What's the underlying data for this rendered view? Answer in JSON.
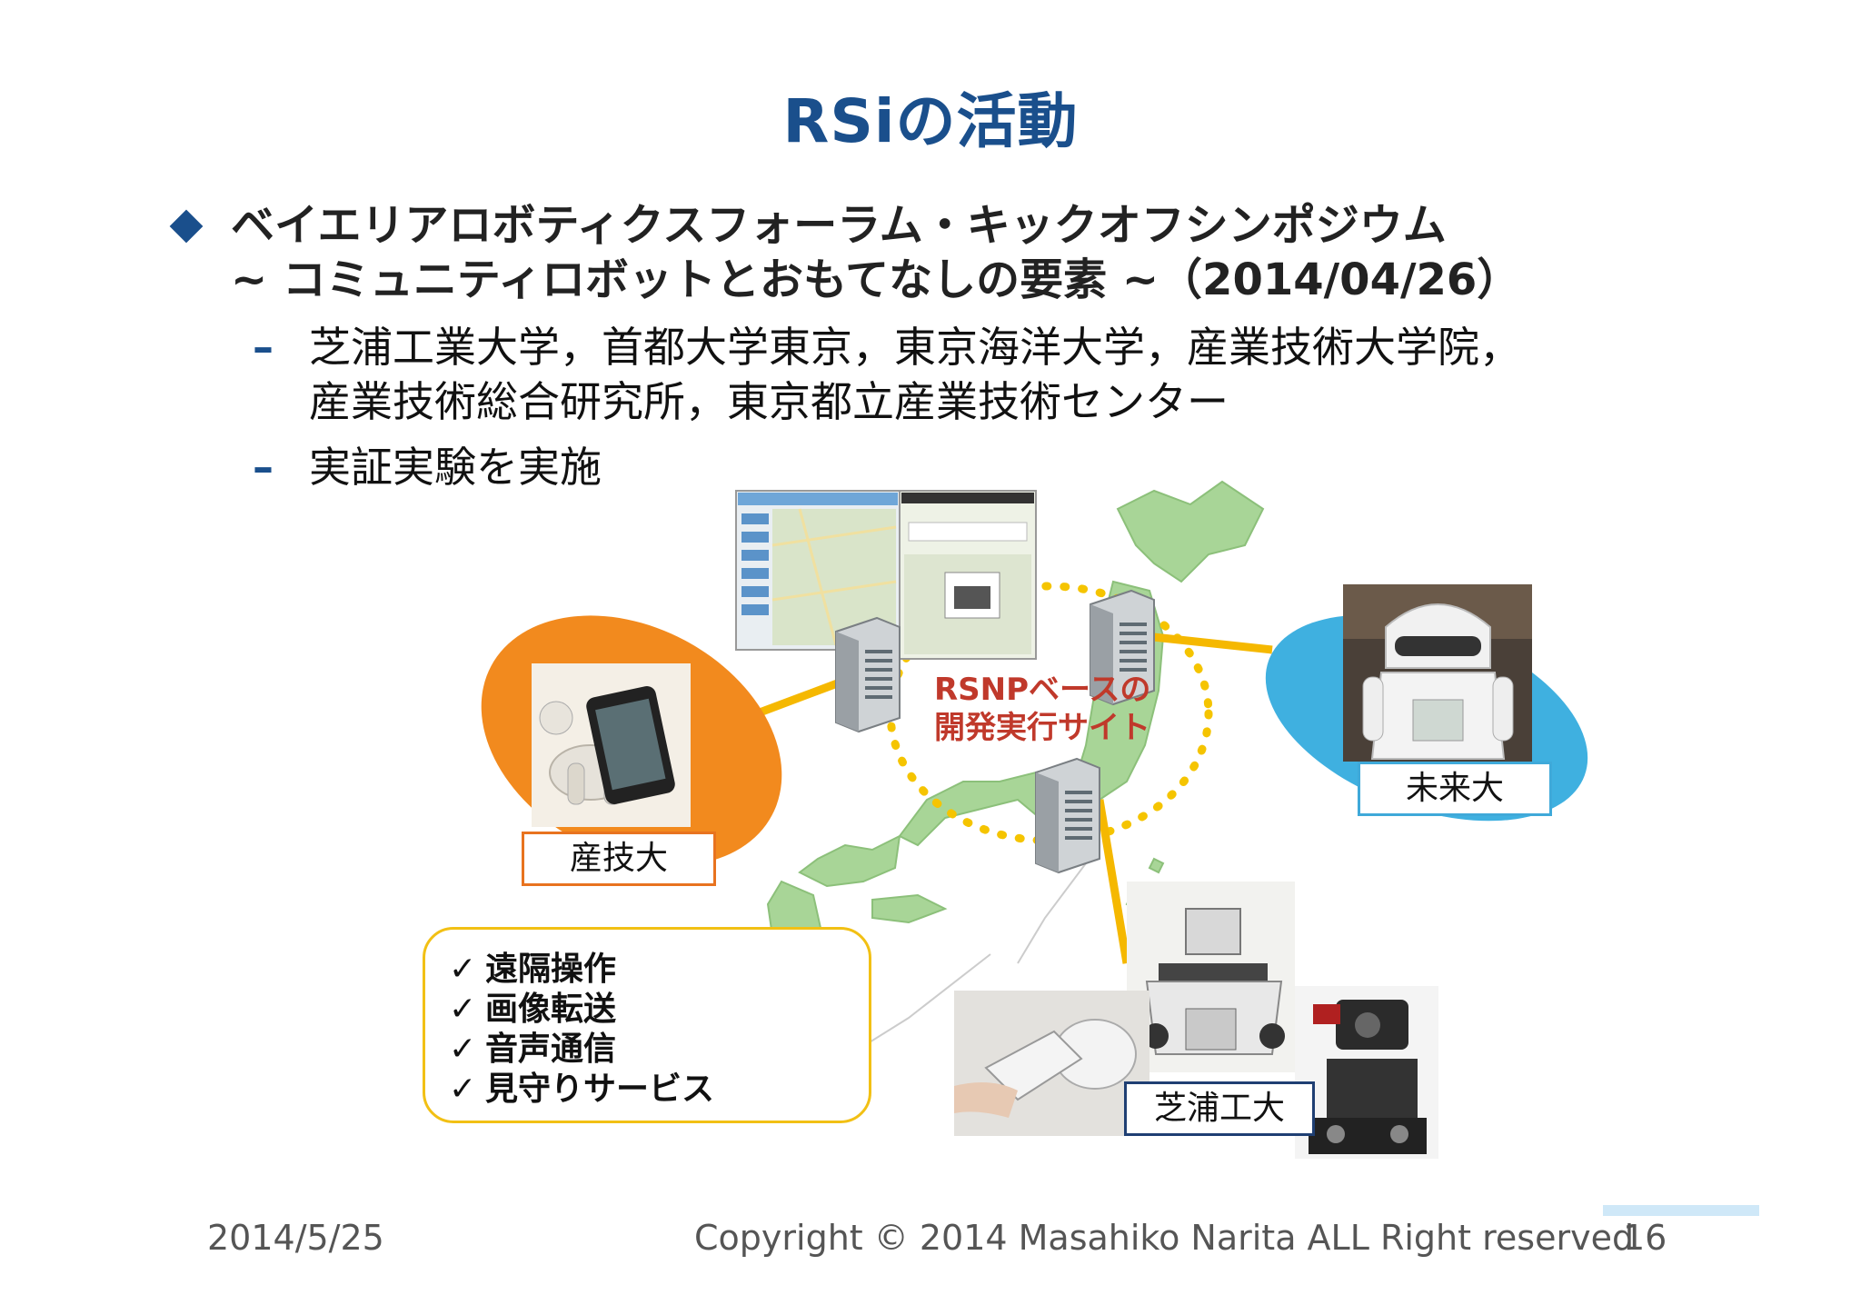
{
  "slide": {
    "title": "RSiの活動",
    "bullet": {
      "line1": "ベイエリアロボティクスフォーラム・キックオフシンポジウム",
      "line2": "~ コミュニティロボットとおもてなしの要素 ~（2014/04/26）"
    },
    "subbullets": [
      {
        "dash": "–",
        "line1": "芝浦工業大学，首都大学東京，東京海洋大学，産業技術大学院，",
        "line2": "産業技術総合研究所，東京都立産業技術センター"
      },
      {
        "dash": "–",
        "line1": "実証実験を実施"
      }
    ],
    "figure": {
      "network_label_1": "RSNPベースの",
      "network_label_2": "開発実行サイト",
      "site_labels": {
        "left": "産技大",
        "right": "未来大",
        "bottom": "芝浦工大"
      },
      "features": {
        "check": "✓",
        "items": [
          "遠隔操作",
          "画像転送",
          "音声通信",
          "見守りサービス"
        ]
      }
    },
    "footer": {
      "date": "2014/5/25",
      "copyright": "Copyright © 2014 Masahiko Narita ALL Right reserved",
      "page": "16"
    },
    "colors": {
      "title": "#1a4f8c",
      "accent": "#1a4f8c",
      "connector": "#f5b800",
      "orange_site": "#f28a1e",
      "blue_site": "#3fb0e0",
      "map_green": "#9bd08a",
      "network_text": "#c0392b"
    }
  }
}
